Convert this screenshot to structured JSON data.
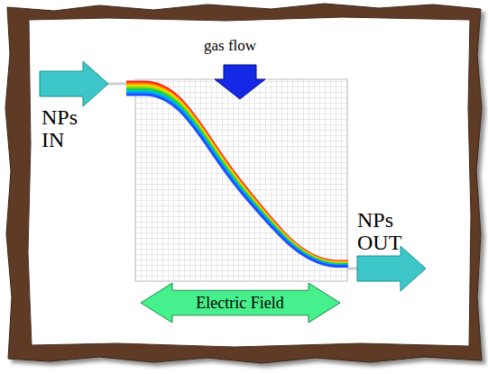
{
  "diagram": {
    "nodes": [
      {
        "text": [
          "Electric Field"
        ]
      }
    ],
    "labels": [
      "gas flow",
      "NPs IN",
      "NPs OUT"
    ]
  }
}
